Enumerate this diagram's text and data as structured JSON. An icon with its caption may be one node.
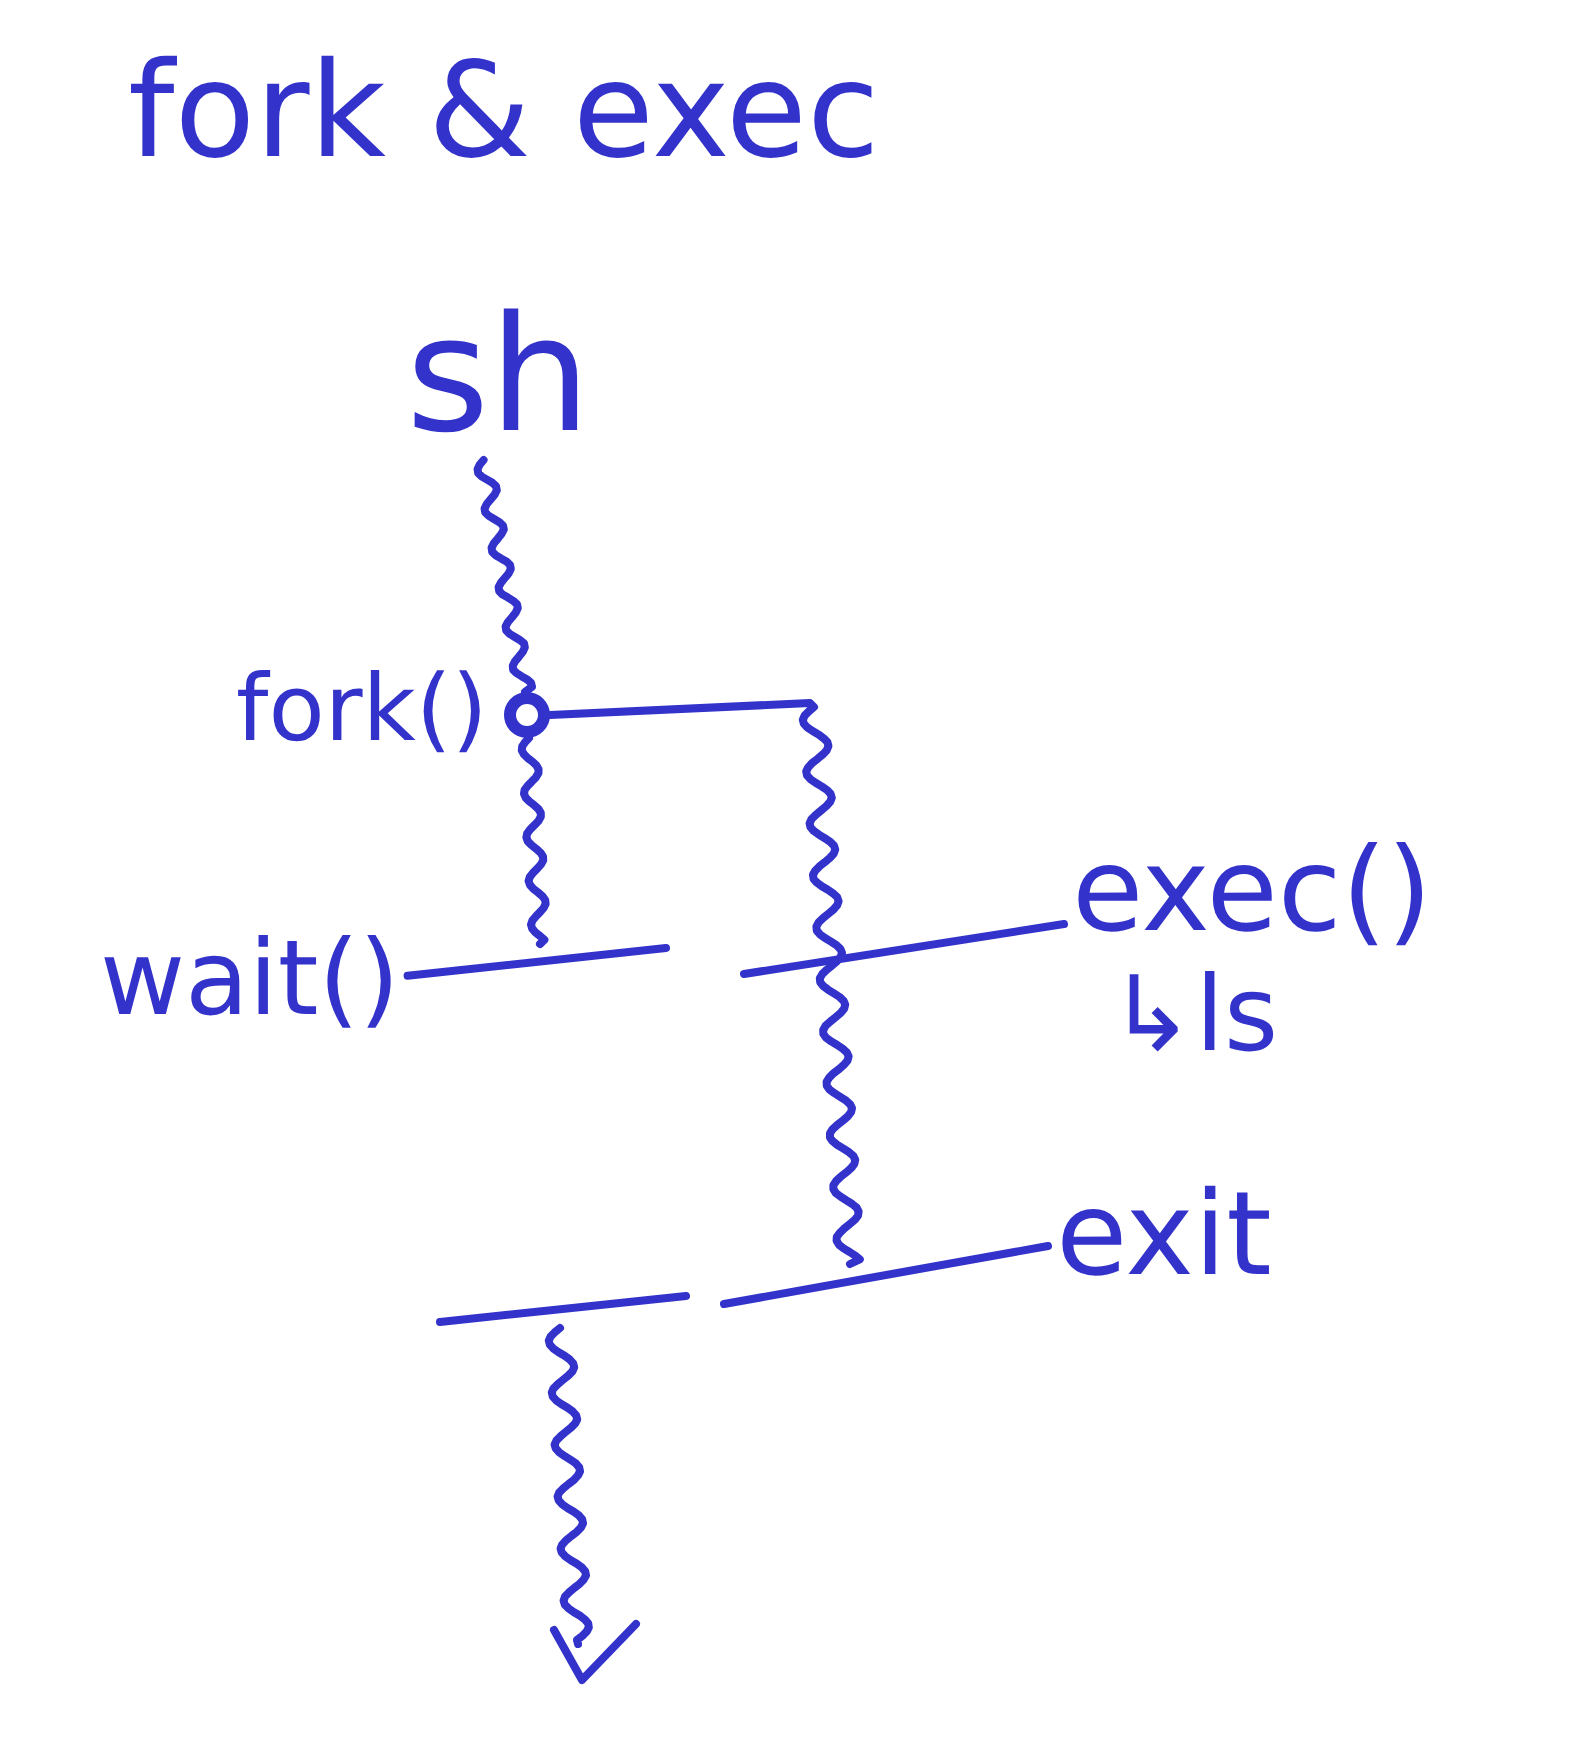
{
  "diagram": {
    "title": "fork & exec",
    "nodes": [
      {
        "text": [
          "sh"
        ]
      },
      {
        "text": [],
        "shape": "circle",
        "beside": [
          "fork()"
        ]
      },
      {
        "text": [
          "wait()"
        ]
      },
      {
        "text": [
          "exec()",
          "↳ls"
        ]
      },
      {
        "text": [
          "exit"
        ]
      }
    ],
    "edges": [
      {
        "from": 0,
        "to": 1,
        "arrow": "none"
      },
      {
        "from": 1,
        "to": null,
        "arrow": "none"
      },
      {
        "from": 1,
        "to": null,
        "arrow": "none"
      },
      {
        "from": 2,
        "to": null,
        "arrow": "none"
      },
      {
        "from": 3,
        "to": null,
        "arrow": "none"
      },
      {
        "from": 4,
        "to": null,
        "arrow": "none"
      }
    ]
  }
}
